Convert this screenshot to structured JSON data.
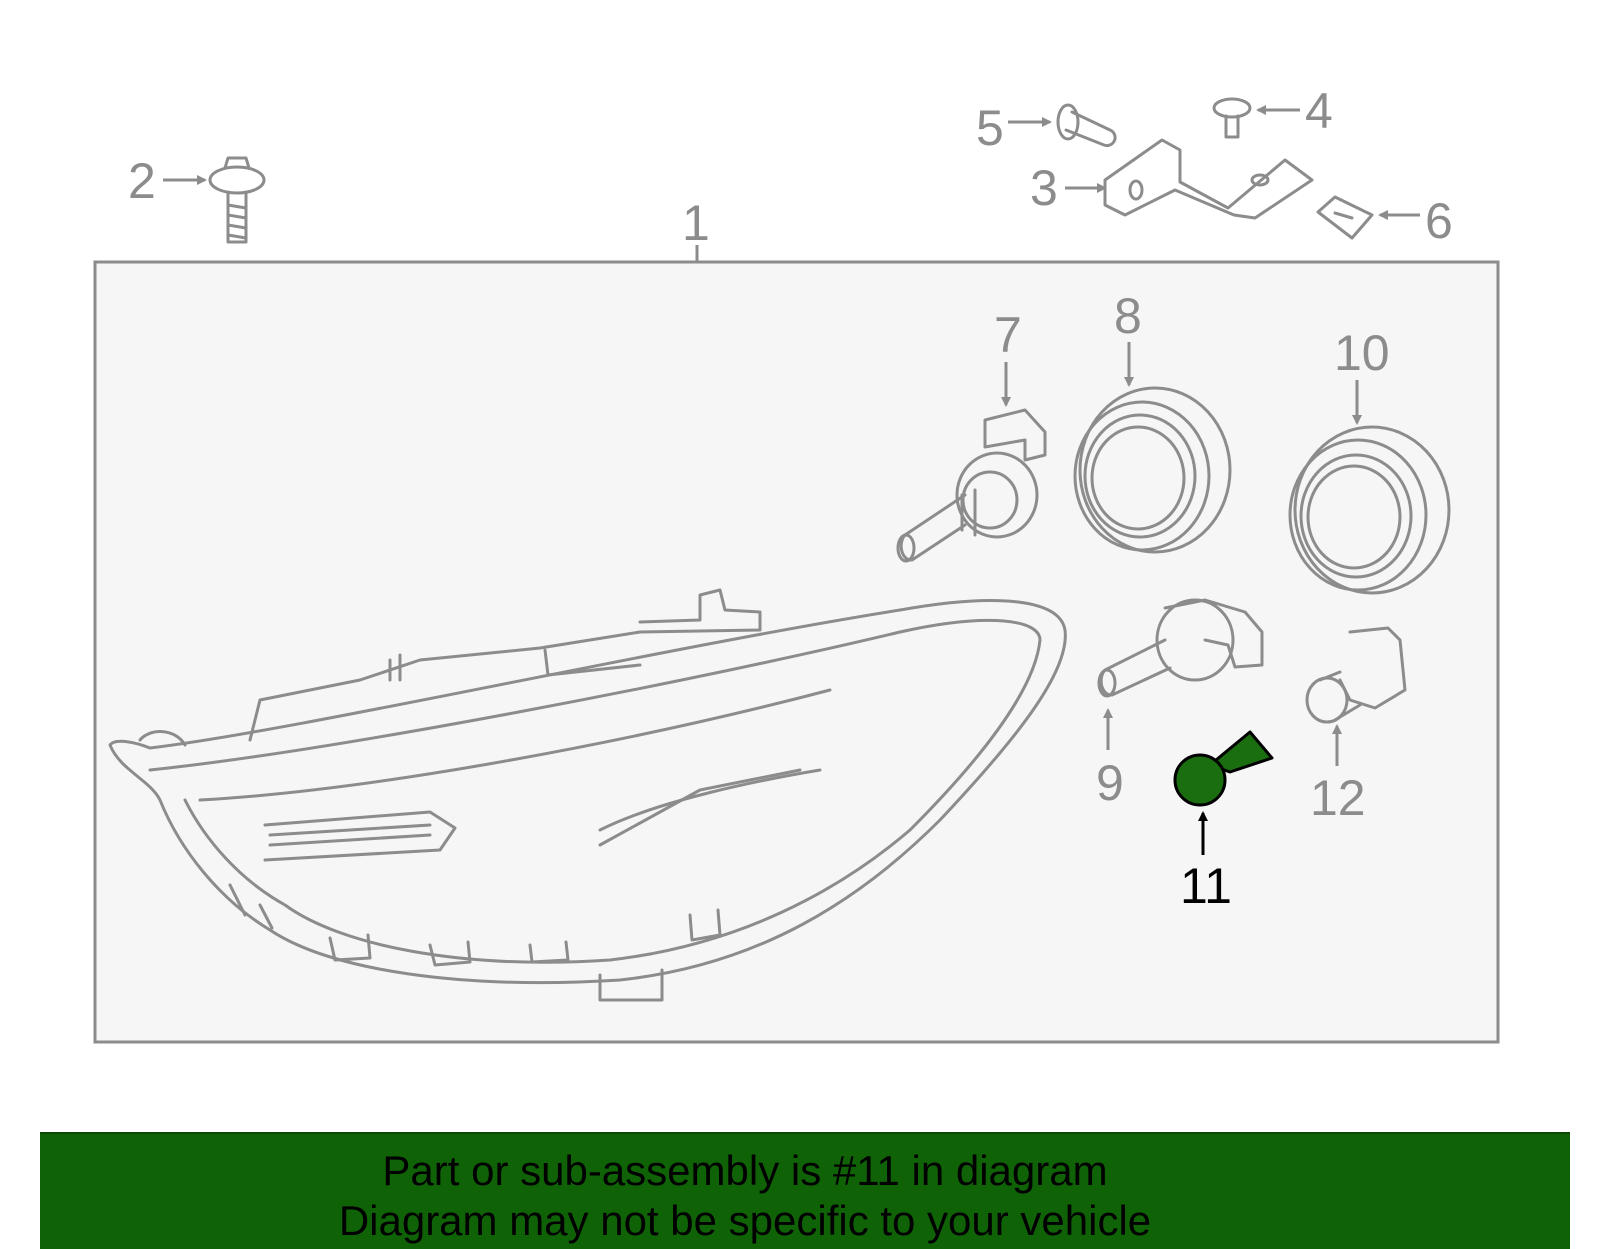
{
  "diagram": {
    "callouts": {
      "c1": "1",
      "c2": "2",
      "c3": "3",
      "c4": "4",
      "c5": "5",
      "c6": "6",
      "c7": "7",
      "c8": "8",
      "c9": "9",
      "c10": "10",
      "c11": "11",
      "c12": "12"
    },
    "highlight_part": "11",
    "highlight_color": "#1a6e0f",
    "part_line_color": "#8c8c8c",
    "panel_fill": "#f6f6f6"
  },
  "banner": {
    "line1": "Part or sub-assembly is #11 in diagram",
    "line2": "Diagram may not be specific to your vehicle",
    "background": "#0f6306"
  }
}
